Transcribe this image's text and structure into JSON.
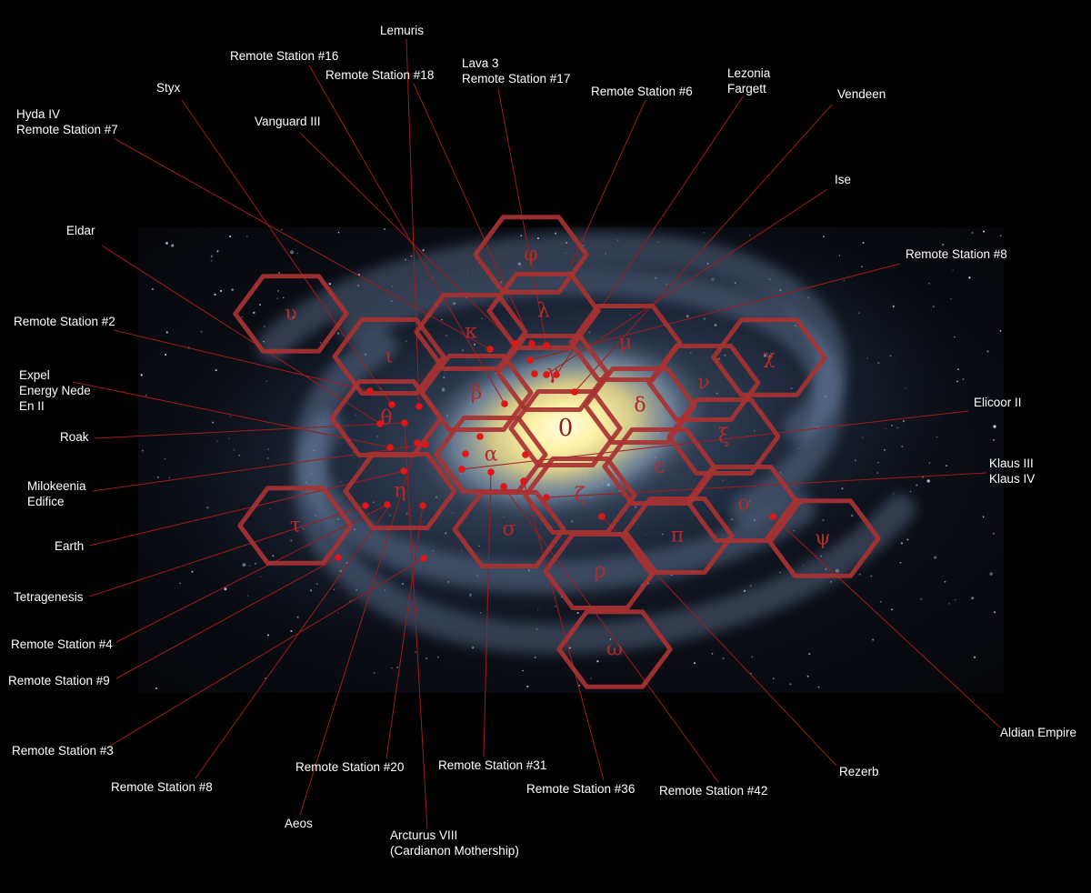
{
  "colors": {
    "background": "#000000",
    "label_text": "#ffffff",
    "pointer_line": "#a01c1c",
    "hex_outline": "#a83232",
    "hex_letter": "#b22b2b",
    "location_dot": "#e01515",
    "galaxy_core": "#fff6b0",
    "galaxy_arms": "#8aa6c8"
  },
  "sectors": [
    {
      "id": "upsilon",
      "letter": "υ"
    },
    {
      "id": "phi",
      "letter": "φ"
    },
    {
      "id": "chi",
      "letter": "χ"
    },
    {
      "id": "iota",
      "letter": "ι"
    },
    {
      "id": "kappa",
      "letter": "κ"
    },
    {
      "id": "lambda",
      "letter": "λ"
    },
    {
      "id": "mu",
      "letter": "μ"
    },
    {
      "id": "nu",
      "letter": "ν"
    },
    {
      "id": "theta",
      "letter": "θ"
    },
    {
      "id": "beta",
      "letter": "β"
    },
    {
      "id": "gamma",
      "letter": "γ"
    },
    {
      "id": "delta",
      "letter": "δ"
    },
    {
      "id": "xi",
      "letter": "ξ"
    },
    {
      "id": "omicron-core",
      "letter": "0"
    },
    {
      "id": "alpha",
      "letter": "α"
    },
    {
      "id": "epsilon",
      "letter": "ε"
    },
    {
      "id": "eta",
      "letter": "η"
    },
    {
      "id": "zeta",
      "letter": "ζ"
    },
    {
      "id": "omicron",
      "letter": "ο"
    },
    {
      "id": "tau",
      "letter": "τ"
    },
    {
      "id": "sigma",
      "letter": "σ"
    },
    {
      "id": "pi",
      "letter": "π"
    },
    {
      "id": "psi",
      "letter": "ψ"
    },
    {
      "id": "rho",
      "letter": "ρ"
    },
    {
      "id": "omega",
      "letter": "ω"
    }
  ],
  "labels": [
    {
      "id": "lemuris",
      "lines": [
        "Lemuris"
      ]
    },
    {
      "id": "remote-station-16",
      "lines": [
        "Remote Station #16"
      ]
    },
    {
      "id": "remote-station-18",
      "lines": [
        "Remote Station #18"
      ]
    },
    {
      "id": "lava-3",
      "lines": [
        "Lava 3",
        "Remote Station #17"
      ]
    },
    {
      "id": "lezonia",
      "lines": [
        "Lezonia",
        "Fargett"
      ]
    },
    {
      "id": "remote-station-6",
      "lines": [
        "Remote Station #6"
      ]
    },
    {
      "id": "vendeen",
      "lines": [
        "Vendeen"
      ]
    },
    {
      "id": "styx",
      "lines": [
        "Styx"
      ]
    },
    {
      "id": "hyda-iv",
      "lines": [
        "Hyda IV",
        "Remote Station #7"
      ]
    },
    {
      "id": "vanguard-iii",
      "lines": [
        "Vanguard III"
      ]
    },
    {
      "id": "ise",
      "lines": [
        "Ise"
      ]
    },
    {
      "id": "eldar",
      "lines": [
        "Eldar"
      ]
    },
    {
      "id": "remote-station-8-east",
      "lines": [
        "Remote Station #8"
      ]
    },
    {
      "id": "remote-station-2",
      "lines": [
        "Remote Station #2"
      ]
    },
    {
      "id": "expel",
      "lines": [
        "Expel",
        "Energy Nede",
        "En II"
      ]
    },
    {
      "id": "elicoor-ii",
      "lines": [
        "Elicoor II"
      ]
    },
    {
      "id": "roak",
      "lines": [
        "Roak"
      ]
    },
    {
      "id": "klaus",
      "lines": [
        "Klaus III",
        "Klaus IV"
      ]
    },
    {
      "id": "milokeenia",
      "lines": [
        "Milokeenia",
        "Edifice"
      ]
    },
    {
      "id": "earth",
      "lines": [
        "Earth"
      ]
    },
    {
      "id": "tetragenesis",
      "lines": [
        "Tetragenesis"
      ]
    },
    {
      "id": "remote-station-4",
      "lines": [
        "Remote Station #4"
      ]
    },
    {
      "id": "remote-station-9",
      "lines": [
        "Remote Station #9"
      ]
    },
    {
      "id": "aldian-empire",
      "lines": [
        "Aldian Empire"
      ]
    },
    {
      "id": "remote-station-3",
      "lines": [
        "Remote Station #3"
      ]
    },
    {
      "id": "remote-station-31",
      "lines": [
        "Remote Station #31"
      ]
    },
    {
      "id": "remote-station-20",
      "lines": [
        "Remote Station #20"
      ]
    },
    {
      "id": "rezerb",
      "lines": [
        "Rezerb"
      ]
    },
    {
      "id": "remote-station-8-south",
      "lines": [
        "Remote Station #8"
      ]
    },
    {
      "id": "remote-station-36",
      "lines": [
        "Remote Station #36"
      ]
    },
    {
      "id": "remote-station-42",
      "lines": [
        "Remote Station #42"
      ]
    },
    {
      "id": "aeos",
      "lines": [
        "Aeos"
      ]
    },
    {
      "id": "arcturus-viii",
      "lines": [
        "Arcturus VIII",
        "(Cardianon Mothership)"
      ]
    }
  ]
}
